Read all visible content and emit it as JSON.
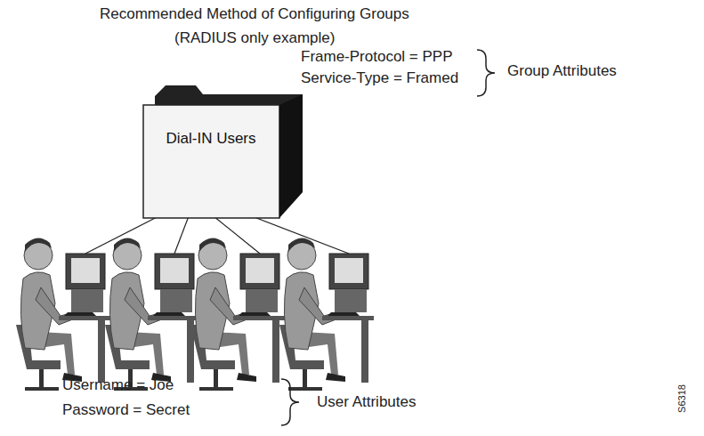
{
  "diagram": {
    "title": "Recommended Method of Configuring Groups",
    "nodes": [
      {
        "text": [
          "Dial-IN Users"
        ]
      }
    ],
    "labels": [
      "(RADIUS only example)",
      "Frame-Protocol = PPP",
      "Service-Type = Framed",
      "Group Attributes",
      "Username = Joe",
      "Password = Secret",
      "User Attributes",
      "S6318"
    ]
  }
}
